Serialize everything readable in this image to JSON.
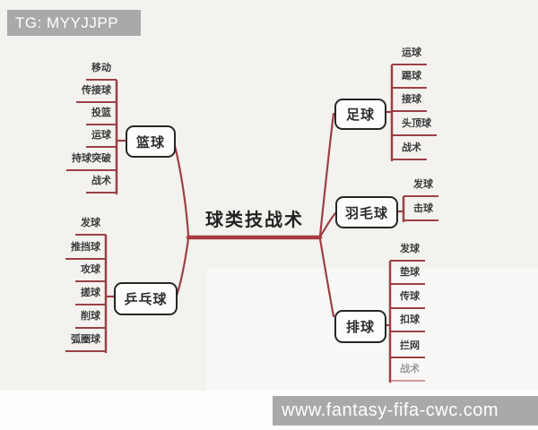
{
  "watermarks": {
    "top_left": "TG: MYYJJPP",
    "bottom_right": "www.fantasy-fifa-cwc.com"
  },
  "mindmap": {
    "root": "球类技战术",
    "branches": [
      {
        "label": "篮球",
        "items": [
          "移动",
          "传接球",
          "投篮",
          "运球",
          "持球突破",
          "战术"
        ]
      },
      {
        "label": "乒乓球",
        "items": [
          "发球",
          "推挡球",
          "攻球",
          "搓球",
          "削球",
          "弧圈球"
        ]
      },
      {
        "label": "足球",
        "items": [
          "运球",
          "踢球",
          "接球",
          "头顶球",
          "战术"
        ]
      },
      {
        "label": "羽毛球",
        "items": [
          "发球",
          "击球"
        ]
      },
      {
        "label": "排球",
        "items": [
          "发球",
          "垫球",
          "传球",
          "扣球",
          "拦网",
          "战术"
        ]
      }
    ],
    "colors": {
      "branch_line": "#9c4045",
      "center_line": "#a93a3d",
      "box_border": "#262626",
      "background": "#f3f2ef"
    }
  }
}
